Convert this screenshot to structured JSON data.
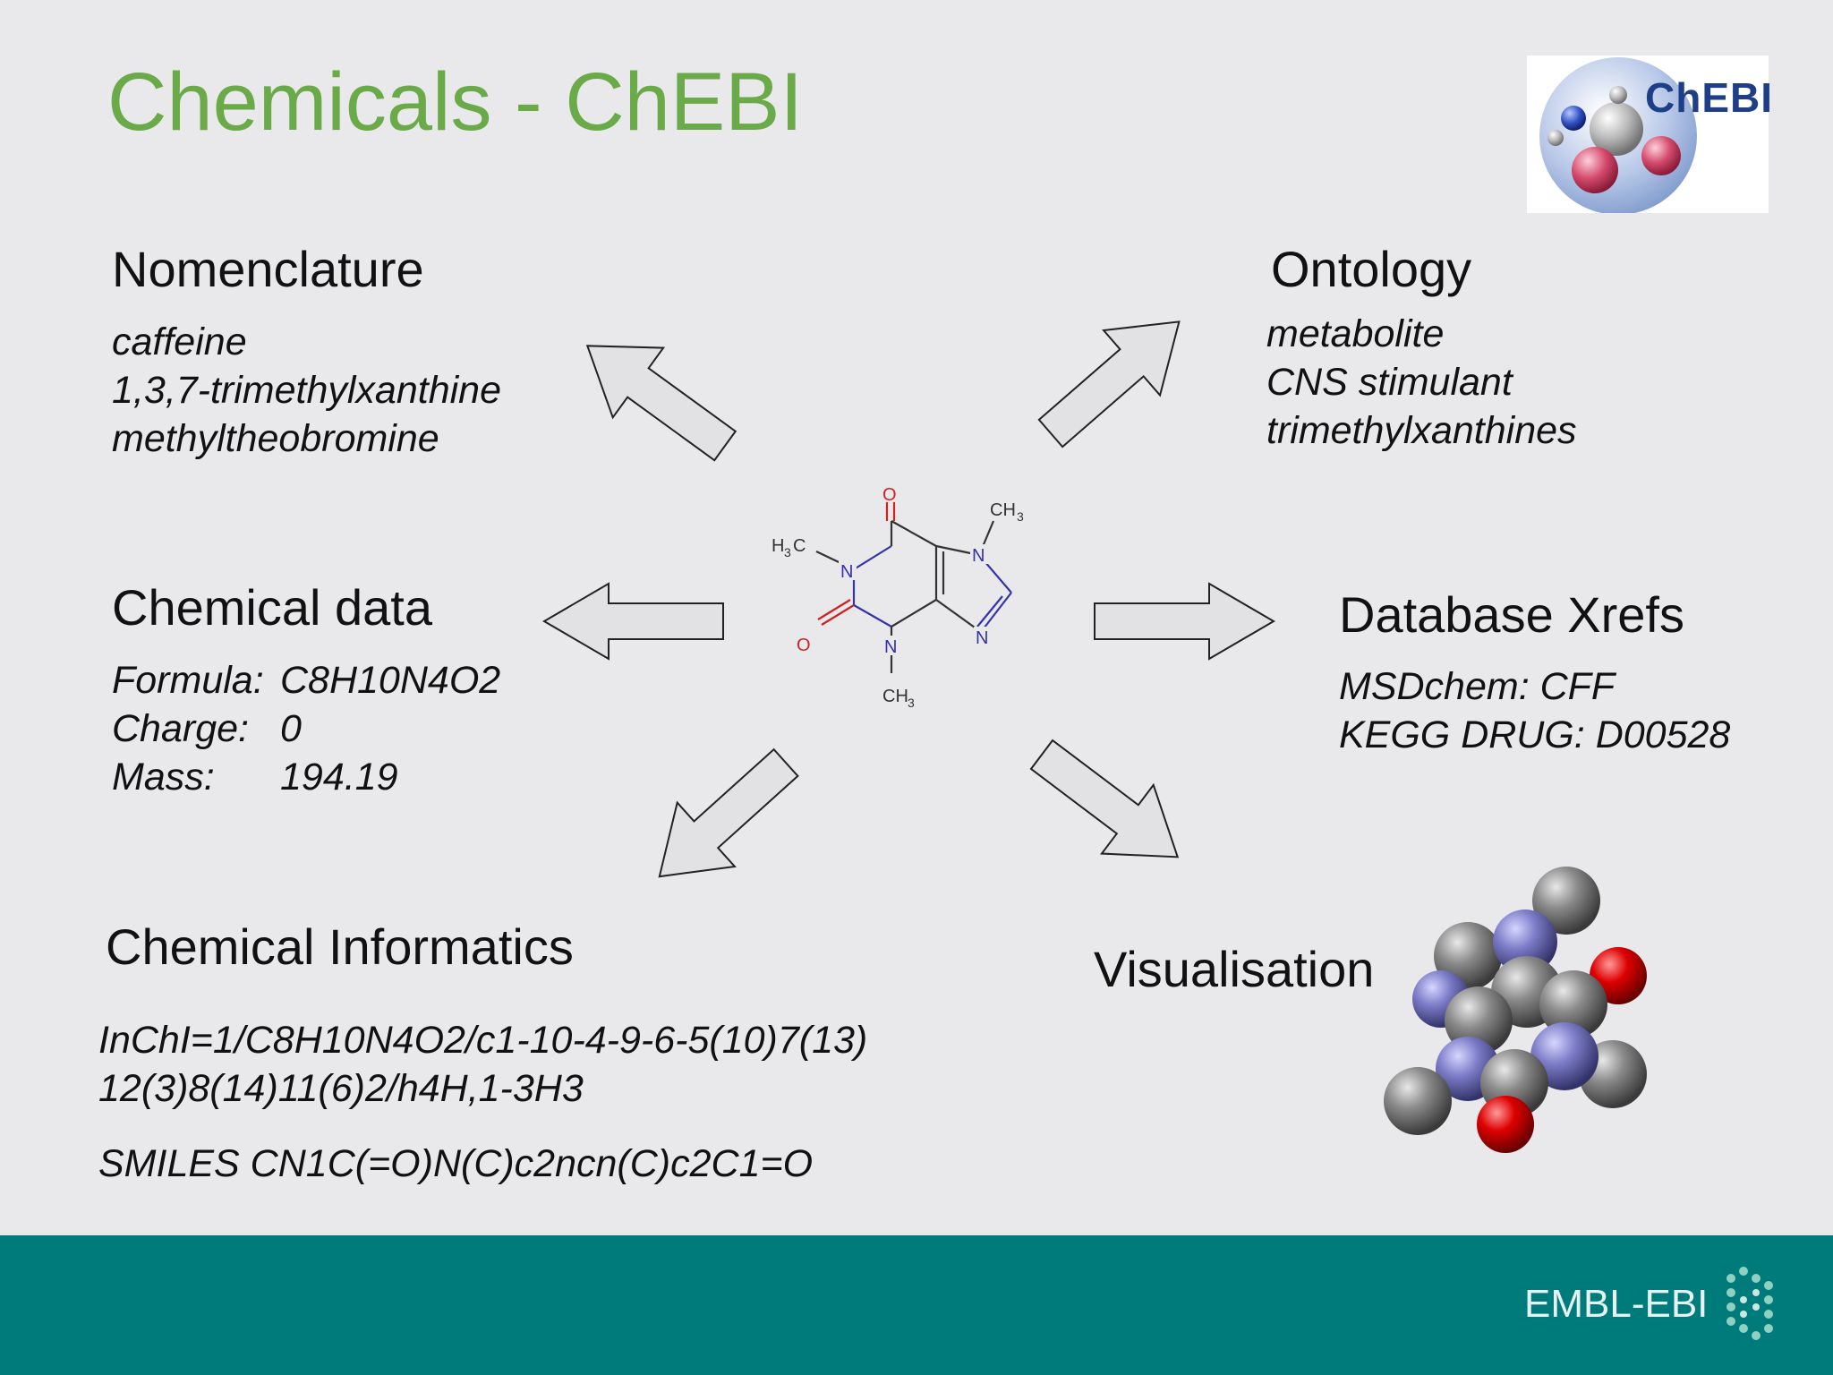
{
  "title": "Chemicals - ChEBI",
  "logo_text": "ChEBI",
  "nomenclature": {
    "heading": "Nomenclature",
    "items": [
      "caffeine",
      "1,3,7-trimethylxanthine",
      "methyltheobromine"
    ]
  },
  "ontology": {
    "heading": "Ontology",
    "items": [
      "metabolite",
      "CNS stimulant",
      "trimethylxanthines"
    ]
  },
  "chemical_data": {
    "heading": "Chemical data",
    "rows": [
      {
        "label": "Formula:",
        "value": "C8H10N4O2"
      },
      {
        "label": "Charge:",
        "value": "0"
      },
      {
        "label": "Mass:",
        "value": "194.19"
      }
    ]
  },
  "xrefs": {
    "heading": "Database Xrefs",
    "items": [
      "MSDchem: CFF",
      "KEGG DRUG: D00528"
    ]
  },
  "informatics": {
    "heading": "Chemical Informatics",
    "inchi_line1": "InChI=1/C8H10N4O2/c1-10-4-9-6-5(10)7(13)",
    "inchi_line2": "12(3)8(14)11(6)2/h4H,1-3H3",
    "smiles": "SMILES CN1C(=O)N(C)c2ncn(C)c2C1=O"
  },
  "visualisation": {
    "heading": "Visualisation"
  },
  "structure_labels": {
    "o_top": "O",
    "ch3_top": "CH",
    "h3c": "H",
    "n1": "N",
    "n7": "N",
    "n9": "N",
    "n3": "N",
    "o_left": "O",
    "ch3_bottom": "CH",
    "sub3": "3"
  },
  "footer": {
    "org": "EMBL-EBI"
  },
  "colors": {
    "title": "#6aaa48",
    "footer": "#007b7b",
    "oxygen": "#cc2222",
    "nitrogen": "#3333aa"
  }
}
